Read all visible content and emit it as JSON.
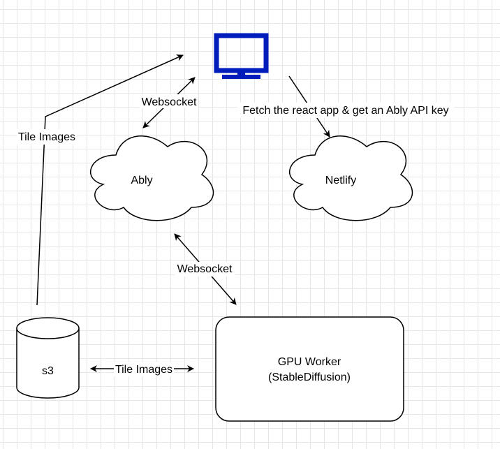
{
  "colors": {
    "monitor": "#001DBC",
    "stroke": "#000000",
    "grid": "#e6e6e6",
    "background": "#ffffff"
  },
  "nodes": {
    "monitor": {
      "icon": "monitor-icon"
    },
    "ably": {
      "label": "Ably"
    },
    "netlify": {
      "label": "Netlify"
    },
    "s3": {
      "label": "s3"
    },
    "gpu_worker": {
      "line1": "GPU Worker",
      "line2": "(StableDiffusion)"
    }
  },
  "edges": {
    "s3_to_client": {
      "label": "Tile Images"
    },
    "client_ably": {
      "label": "Websocket"
    },
    "client_netlify": {
      "label": "Fetch the react app & get an Ably API key"
    },
    "ably_gpu": {
      "label": "Websocket"
    },
    "s3_gpu": {
      "label": "Tile Images"
    }
  }
}
